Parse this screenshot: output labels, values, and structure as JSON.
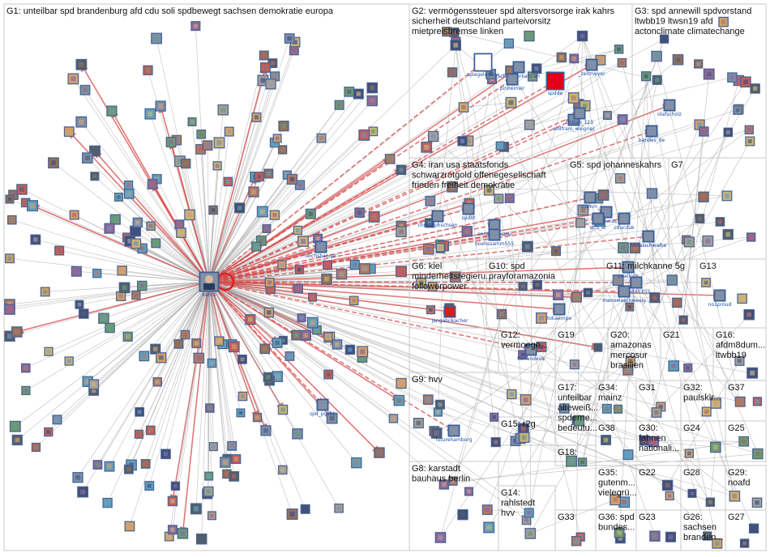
{
  "groups": [
    {
      "id": "G1",
      "text": "G1: unteilbar spd brandenburg afd cdu soli spdbewegt sachsen demokratie europa"
    },
    {
      "id": "G2",
      "text": "G2: vermögenssteuer spd altersvorsorge irak kahrs|sicherheit deutschland parteivorsitz|mietpreisbremse linken"
    },
    {
      "id": "G3",
      "text": "G3: spd annewill spdvorstand|ltwbb19 ltwsn19 afd|actonclimate climatechange"
    },
    {
      "id": "G4",
      "text": "G4: iran usa staatsfonds|schwarzrotgold offenegesellschaft|frieden freiheit demokratie"
    },
    {
      "id": "G5",
      "text": "G5: spd johanneskahrs"
    },
    {
      "id": "G6",
      "text": "G6: kiel|minderheitsregieru...|followerpower"
    },
    {
      "id": "G7",
      "text": "G7"
    },
    {
      "id": "G8",
      "text": "G8: karstadt|bauhaus berlin"
    },
    {
      "id": "G9",
      "text": "G9: hvv"
    },
    {
      "id": "G10",
      "text": "G10: spd|prayforamazonia"
    },
    {
      "id": "G11",
      "text": "G11: milchkanne 5g"
    },
    {
      "id": "G12",
      "text": "G12:|vermoege..."
    },
    {
      "id": "G13",
      "text": "G13"
    },
    {
      "id": "G14",
      "text": "G14:|rahlstedt|hvv"
    },
    {
      "id": "G15",
      "text": "G15: r2g"
    },
    {
      "id": "G16",
      "text": "G16:|afdm8dum...|ltwbb19"
    },
    {
      "id": "G17",
      "text": "G17:|unteilbar|alteweiß...|spderne...|bedeutu..."
    },
    {
      "id": "G18",
      "text": "G18:"
    },
    {
      "id": "G19",
      "text": "G19"
    },
    {
      "id": "G20",
      "text": "G20:|amazonas|mercosur|brasilien"
    },
    {
      "id": "G21",
      "text": "G21"
    },
    {
      "id": "G22",
      "text": "G22"
    },
    {
      "id": "G23",
      "text": "G23"
    },
    {
      "id": "G24",
      "text": "G24"
    },
    {
      "id": "G25",
      "text": "G25"
    },
    {
      "id": "G26",
      "text": "G26:|sachsen|branden..."
    },
    {
      "id": "G27",
      "text": "G27"
    },
    {
      "id": "G28",
      "text": "G28"
    },
    {
      "id": "G29",
      "text": "G29:|noafd"
    },
    {
      "id": "G30",
      "text": "G30:|fahnen|nationali..."
    },
    {
      "id": "G31",
      "text": "G31"
    },
    {
      "id": "G32",
      "text": "G32:|paulskir..."
    },
    {
      "id": "G33",
      "text": "G33"
    },
    {
      "id": "G34",
      "text": "G34:|mainz"
    },
    {
      "id": "G35",
      "text": "G35:|gutenm...|vielegrü..."
    },
    {
      "id": "G36",
      "text": "G36: spd|bundes..."
    },
    {
      "id": "G37",
      "text": "G37"
    },
    {
      "id": "G38",
      "text": "G38"
    }
  ],
  "nodes": [
    {
      "id": "kahrs",
      "label": "kahrs"
    },
    {
      "id": "spdde",
      "label": "spdde"
    },
    {
      "id": "spiegelonline",
      "label": "spiegelonline"
    },
    {
      "id": "schneiderkarsten",
      "label": "schneiderkarsten"
    },
    {
      "id": "pinheimer",
      "label": "pinheimer"
    },
    {
      "id": "_zeitmeyer",
      "label": "_zeitmeyer"
    },
    {
      "id": "wolfram_weigner",
      "label": "wolfram_weigner"
    },
    {
      "id": "bandes_de",
      "label": "bandes_de"
    },
    {
      "id": "olafscholz",
      "label": "olafscholz"
    },
    {
      "id": "tristan_123",
      "label": "tristan_123"
    },
    {
      "id": "christophschsen",
      "label": "christophschsen"
    },
    {
      "id": "spdbt",
      "label": "spdbt"
    },
    {
      "id": "enricokolkenu",
      "label": "enricokolkenu"
    },
    {
      "id": "boehssamm",
      "label": "boehssamm555"
    },
    {
      "id": "reichsbanner",
      "label": "reichsbanner"
    },
    {
      "id": "stamm",
      "label": "stamm_"
    },
    {
      "id": "jm_lucas",
      "label": "jm_lucas"
    },
    {
      "id": "stro_er",
      "label": "stro_er"
    },
    {
      "id": "cducduk",
      "label": "cducduk"
    },
    {
      "id": "hbhalschwalbe",
      "label": "hbhalschwalbe"
    },
    {
      "id": "zwailuch",
      "label": "zwailuch"
    },
    {
      "id": "zweiblick",
      "label": "zweiblick55"
    },
    {
      "id": "manuelaschwesig",
      "label": "manuelaschwesig"
    },
    {
      "id": "no1proud",
      "label": "no1proud"
    },
    {
      "id": "tokaempe",
      "label": "tokaempe"
    },
    {
      "id": "floriandeva",
      "label": "floriandeva"
    },
    {
      "id": "futurehamburg",
      "label": "futurehamburg"
    },
    {
      "id": "spd_politik",
      "label": "spd_politik"
    },
    {
      "id": "jangabrikacher",
      "label": "jangabrikacher"
    }
  ]
}
